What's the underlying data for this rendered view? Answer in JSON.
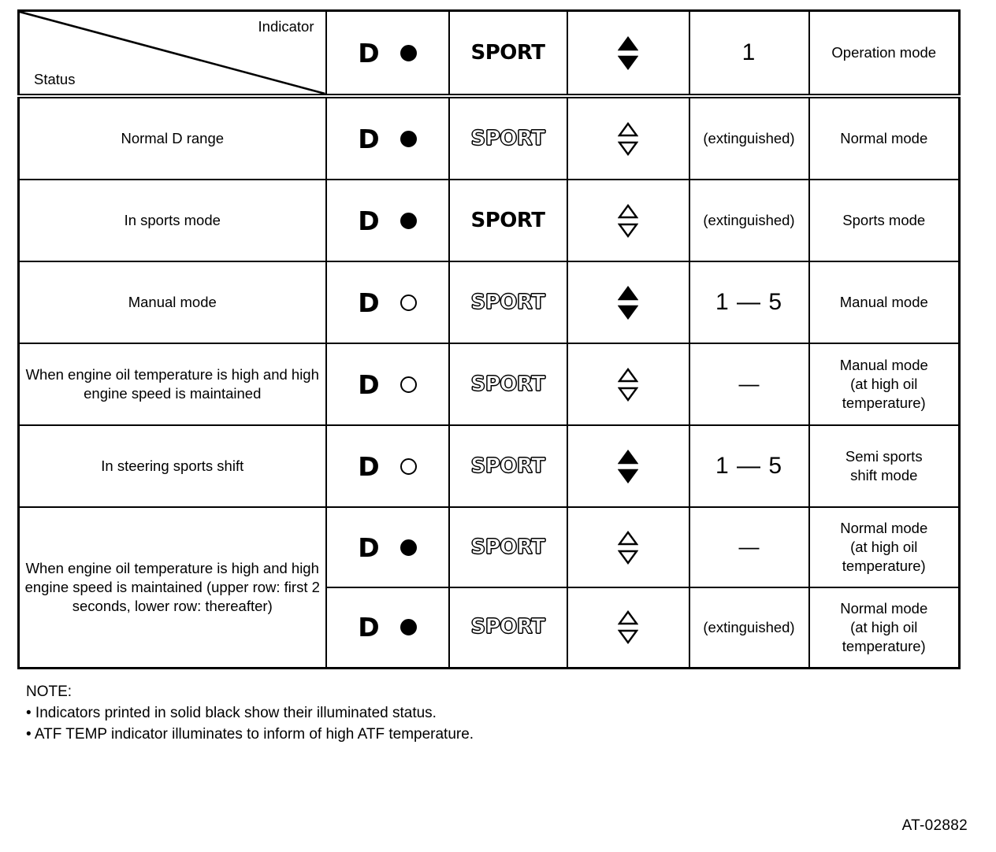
{
  "figure_id": "AT-02882",
  "table": {
    "corner": {
      "indicator_label": "Indicator",
      "status_label": "Status"
    },
    "columns": [
      {
        "key": "status",
        "header": ""
      },
      {
        "key": "d_ind",
        "header": "D"
      },
      {
        "key": "sport",
        "header": "SPORT"
      },
      {
        "key": "arrows",
        "header": "arrows"
      },
      {
        "key": "gear",
        "header": "1"
      },
      {
        "key": "mode",
        "header": "Operation mode"
      }
    ],
    "header": {
      "d_letter": "D",
      "d_lamp": "on",
      "sport_text": "SPORT",
      "sport_state": "on",
      "arrow_up": "solid",
      "arrow_down": "solid",
      "gear": "1",
      "mode": "Operation mode"
    },
    "rows": [
      {
        "status": "Normal D range",
        "d_letter": "D",
        "d_lamp": "on",
        "sport_text": "SPORT",
        "sport_state": "off",
        "arrow_up": "hollow",
        "arrow_down": "hollow",
        "gear": "(extinguished)",
        "gear_size": "small",
        "mode": "Normal mode"
      },
      {
        "status": "In sports mode",
        "d_letter": "D",
        "d_lamp": "on",
        "sport_text": "SPORT",
        "sport_state": "on",
        "arrow_up": "hollow",
        "arrow_down": "hollow",
        "gear": "(extinguished)",
        "gear_size": "small",
        "mode": "Sports mode"
      },
      {
        "status": "Manual mode",
        "d_letter": "D",
        "d_lamp": "off",
        "sport_text": "SPORT",
        "sport_state": "off",
        "arrow_up": "solid",
        "arrow_down": "solid",
        "gear": "1 — 5",
        "gear_size": "big",
        "mode": "Manual mode"
      },
      {
        "status": "When engine oil temperature is high and high engine speed is maintained",
        "d_letter": "D",
        "d_lamp": "off",
        "sport_text": "SPORT",
        "sport_state": "off",
        "arrow_up": "hollow",
        "arrow_down": "hollow",
        "gear": "—",
        "gear_size": "dash",
        "mode": "Manual mode\n(at high oil\ntemperature)"
      },
      {
        "status": "In steering sports shift",
        "d_letter": "D",
        "d_lamp": "off",
        "sport_text": "SPORT",
        "sport_state": "off",
        "arrow_up": "solid",
        "arrow_down": "solid",
        "gear": "1 — 5",
        "gear_size": "big",
        "mode": "Semi sports\nshift mode"
      },
      {
        "status": "When engine oil temperature is high and high engine speed is maintained (upper row: first 2 seconds, lower row: thereafter)",
        "status_rowspan": 2,
        "d_letter": "D",
        "d_lamp": "on",
        "sport_text": "SPORT",
        "sport_state": "off",
        "arrow_up": "hollow",
        "arrow_down": "hollow",
        "gear": "—",
        "gear_size": "dash",
        "mode": "Normal mode\n(at high oil\ntemperature)"
      },
      {
        "status": "",
        "status_hidden": true,
        "d_letter": "D",
        "d_lamp": "on",
        "sport_text": "SPORT",
        "sport_state": "off",
        "arrow_up": "hollow",
        "arrow_down": "hollow",
        "gear": "(extinguished)",
        "gear_size": "small",
        "mode": "Normal mode\n(at high oil\ntemperature)"
      }
    ]
  },
  "note": {
    "title": "NOTE:",
    "items": [
      "• Indicators printed in solid black show their illuminated status.",
      "• ATF TEMP indicator illuminates to inform of high ATF temperature."
    ]
  },
  "colors": {
    "ink": "#000000",
    "paper": "#ffffff"
  }
}
